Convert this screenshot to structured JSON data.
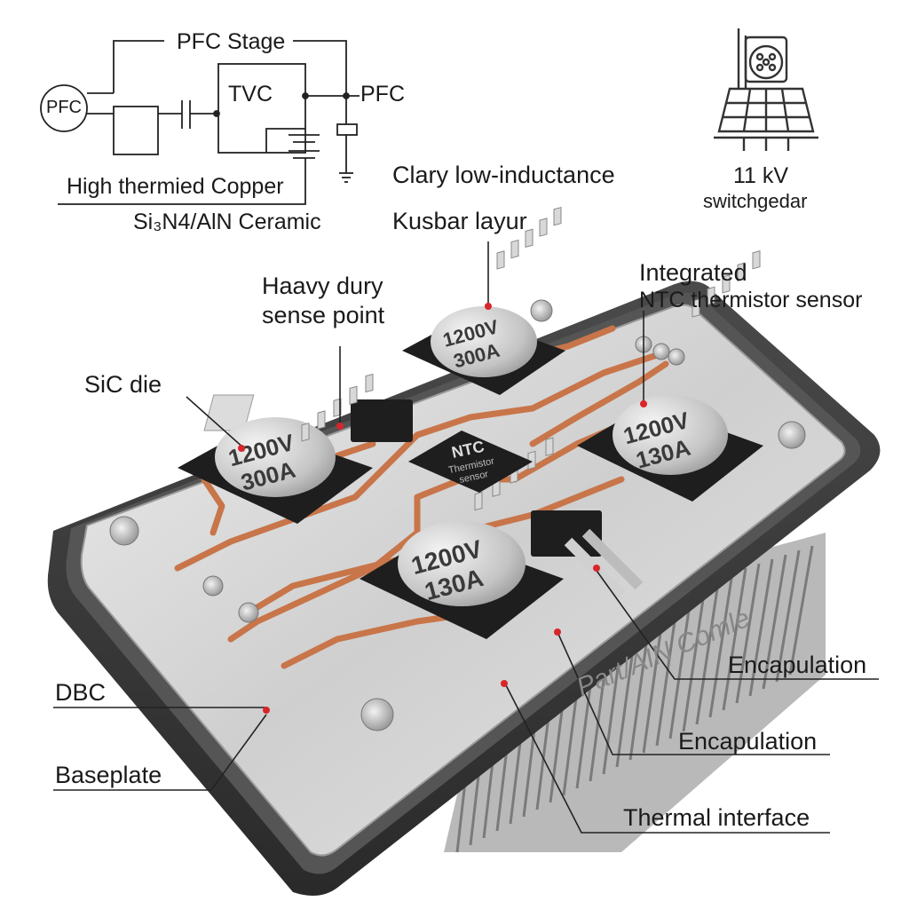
{
  "schematic": {
    "pfc_stage": "PFC Stage",
    "pfc_left": "PFC",
    "tvc": "TVC",
    "pfc_right": "PFC",
    "copper": "High  thermied Copper",
    "ceramic": "Si₃N4/AlN Ceramic"
  },
  "icon": {
    "caption_line1": "11 kV",
    "caption_line2": "switchgedar",
    "icon_name": "switchgear-icon"
  },
  "labels": {
    "clary": "Clary low-inductance",
    "kusbar": "Kusbar layur",
    "heavy_line1": "Haavy dury",
    "heavy_line2": "sense point",
    "integrated_line1": "Integrated",
    "integrated_line2": "NTC thermistor sensor",
    "sic_die": "SiC die",
    "dbc": "DBC",
    "baseplate": "Baseplate",
    "encap1": "Encapulation",
    "encap2": "Encapulation",
    "thermal": "Thermal interface",
    "side_text": "Part/AIN Comle"
  },
  "chips": [
    {
      "id": "chip-top",
      "line1": "1200V",
      "line2": "300A"
    },
    {
      "id": "chip-left",
      "line1": "1200V",
      "line2": "300A"
    },
    {
      "id": "chip-right",
      "line1": "1200V",
      "line2": "130A"
    },
    {
      "id": "chip-bottom",
      "line1": "1200V",
      "line2": "130A"
    }
  ],
  "ntc": {
    "line1": "NTC",
    "line2": "Thermistor",
    "line3": "sensor"
  },
  "colors": {
    "copper": "#c8754a",
    "chip": "#1e1e1e",
    "cap": "#c9c9c9",
    "frame": "#3b3b3b",
    "plate": "#d6d6d6",
    "marker": "#d9262a"
  }
}
